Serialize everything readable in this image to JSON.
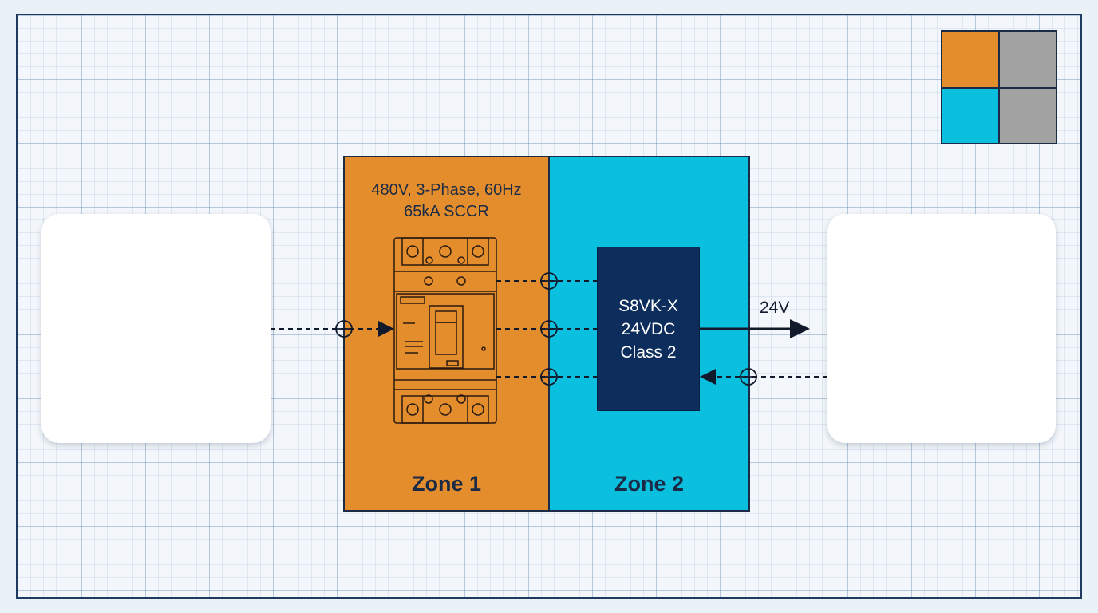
{
  "zone1": {
    "spec_line1": "480V, 3-Phase, 60Hz",
    "spec_line2": "65kA SCCR",
    "label": "Zone 1",
    "color": "#e38d2d"
  },
  "zone2": {
    "label": "Zone 2",
    "color": "#0bc0de"
  },
  "power_supply": {
    "line1": "S8VK-X",
    "line2": "24VDC",
    "line3": "Class 2",
    "color": "#0d2d5c"
  },
  "output": {
    "label": "24V"
  },
  "legend": {
    "swatches": [
      "#e38d2d",
      "#a3a3a3",
      "#0bc0de",
      "#a3a3a3"
    ]
  },
  "icons": {
    "breaker": "circuit-breaker-icon",
    "connector": "connector-circle-icon",
    "arrow": "arrowhead-icon"
  }
}
